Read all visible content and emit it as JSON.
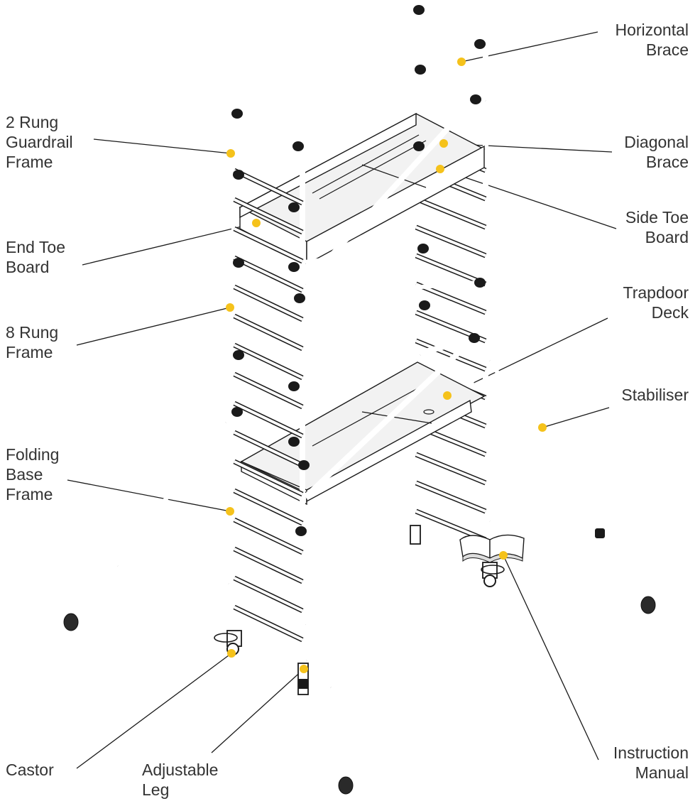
{
  "colors": {
    "marker": "#F5C21B",
    "line": "#1A1A1A",
    "text": "#333333"
  },
  "labels": {
    "horizontal_brace": "Horizontal\nBrace",
    "two_rung_guardrail_frame": "2 Rung\nGuardrail\nFrame",
    "diagonal_brace": "Diagonal\nBrace",
    "side_toe_board": "Side Toe\nBoard",
    "end_toe_board": "End Toe\nBoard",
    "trapdoor_deck": "Trapdoor\nDeck",
    "eight_rung_frame": "8 Rung\nFrame",
    "stabiliser": "Stabiliser",
    "folding_base_frame": "Folding\nBase\nFrame",
    "castor": "Castor",
    "adjustable_leg": "Adjustable\nLeg",
    "instruction_manual": "Instruction\nManual"
  }
}
